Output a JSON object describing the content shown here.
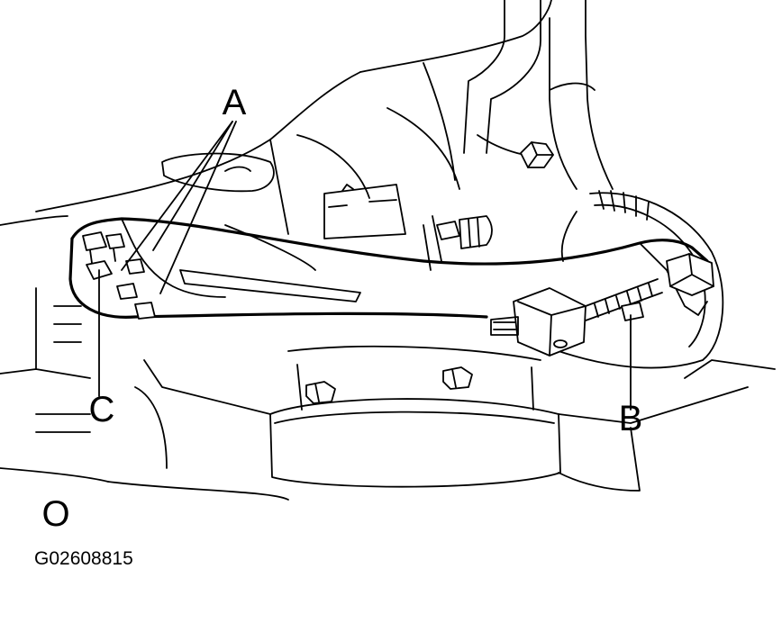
{
  "callouts": {
    "a": "A",
    "b": "B",
    "c": "C",
    "o": "O"
  },
  "figure_code": "G02608815"
}
